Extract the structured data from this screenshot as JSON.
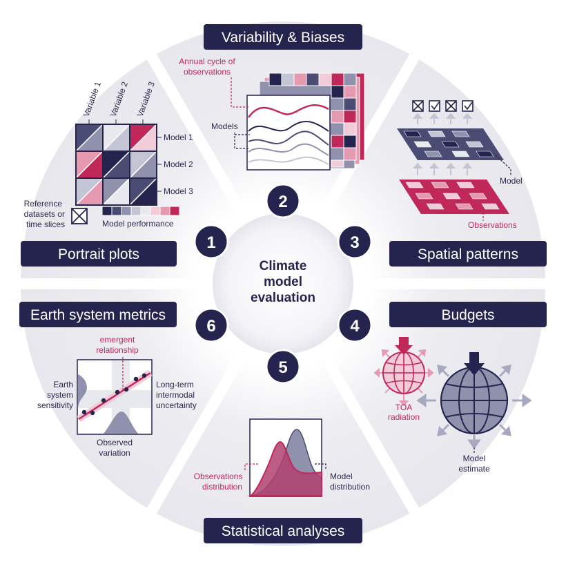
{
  "center": {
    "line1": "Climate",
    "line2": "model",
    "line3": "evaluation"
  },
  "sections": {
    "portrait": {
      "number": "1",
      "title": "Portrait plots",
      "variables": [
        "Variable 1",
        "Variable 2",
        "Variable 3"
      ],
      "models": [
        "Model 1",
        "Model 2",
        "Model 3"
      ],
      "reference_line1": "Reference",
      "reference_line2": "datasets or",
      "reference_line3": "time slices",
      "performance_label": "Model performance"
    },
    "variability": {
      "number": "2",
      "title": "Variability & Biases",
      "annual_line1": "Annual cycle of",
      "annual_line2": "observations",
      "models_label": "Models"
    },
    "spatial": {
      "number": "3",
      "title": "Spatial patterns",
      "model_label": "Model",
      "observations_label": "Observations"
    },
    "budgets": {
      "number": "4",
      "title": "Budgets",
      "toa_line1": "TOA",
      "toa_line2": "radiation",
      "estimate_line1": "Model",
      "estimate_line2": "estimate"
    },
    "statistical": {
      "number": "5",
      "title": "Statistical analyses",
      "obs_line1": "Observations",
      "obs_line2": "distribution",
      "model_line1": "Model",
      "model_line2": "distribution"
    },
    "earth": {
      "number": "6",
      "title": "Earth system metrics",
      "emergent_line1": "emergent",
      "emergent_line2": "relationship",
      "ecs_line1": "Earth",
      "ecs_line2": "system",
      "ecs_line3": "sensitivity",
      "lt_line1": "Long-term",
      "lt_line2": "intermodal",
      "lt_line3": "uncertainty",
      "obs_line1": "Observed",
      "obs_line2": "variation"
    }
  },
  "colors": {
    "navy": "#25244f",
    "mid_navy": "#4b4c74",
    "slate": "#8f91ad",
    "light_slate": "#c4c5d4",
    "pink": "#c0285a",
    "light_pink": "#e59ab2",
    "pale_pink": "#f1cbd8",
    "sector_fill": "#ebebf0"
  }
}
